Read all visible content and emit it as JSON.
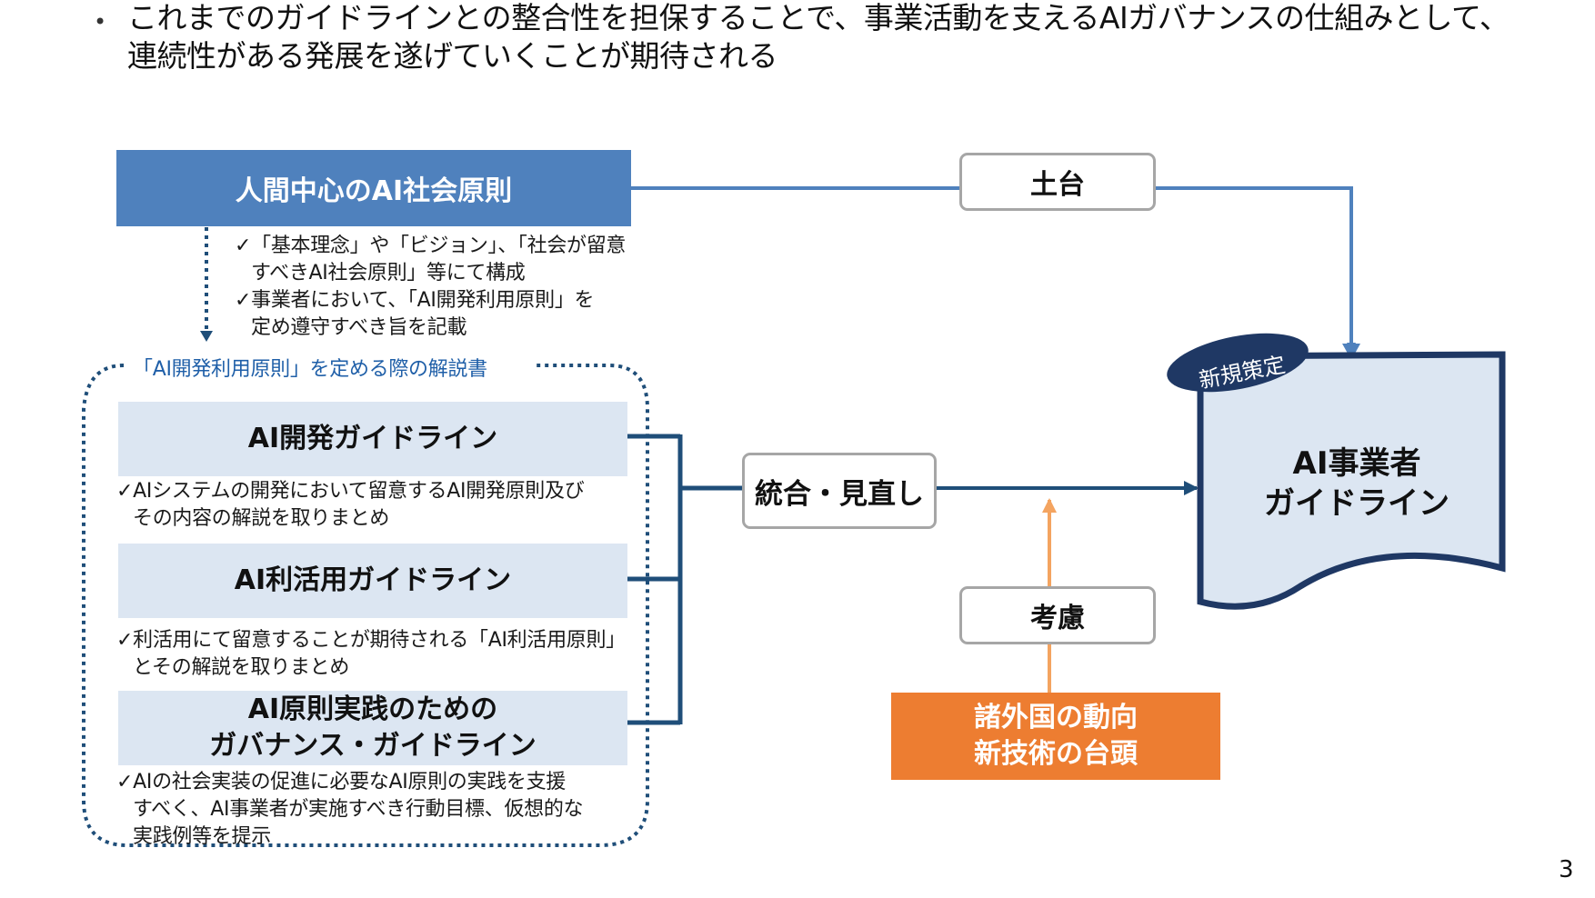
{
  "intro": {
    "bullet": "•",
    "line1": "これまでのガイドラインとの整合性を担保することで、事業活動を支えるAIガバナンスの仕組みとして、",
    "line2": "連続性がある発展を遂げていくことが期待される"
  },
  "social_principles": {
    "title": "人間中心のAI社会原則",
    "note1_line1": "✓「基本理念」や「ビジョン」、「社会が留意",
    "note1_line2": "すべきAI社会原則」等にて構成",
    "note2_line1": "✓事業者において、「AI開発利用原則」を",
    "note2_line2": "定め遵守すべき旨を記載"
  },
  "labels": {
    "foundation": "土台",
    "integrate": "統合・見直し",
    "consider": "考慮"
  },
  "explanations": {
    "caption": "「AI開発利用原則」を定める際の解説書",
    "items": [
      {
        "title": "AI開発ガイドライン",
        "desc_line1": "✓AIシステムの開発において留意するAI開発原則及び",
        "desc_line2": "その内容の解説を取りまとめ"
      },
      {
        "title": "AI利活用ガイドライン",
        "desc_line1": "✓利活用にて留意することが期待される「AI利活用原則」",
        "desc_line2": "とその解説を取りまとめ"
      },
      {
        "title_line1": "AI原則実践のための",
        "title_line2": "ガバナンス・ガイドライン",
        "desc_line1": "✓AIの社会実装の促進に必要なAI原則の実践を支援",
        "desc_line2": "すべく、AI事業者が実施すべき行動目標、仮想的な",
        "desc_line3": "実践例等を提示"
      }
    ]
  },
  "trends": {
    "line1": "諸外国の動向",
    "line2": "新技術の台頭"
  },
  "result": {
    "badge": "新規策定",
    "title_line1": "AI事業者",
    "title_line2": "ガイドライン"
  },
  "page_number": "3",
  "colors": {
    "blue_main": "#4f81bd",
    "navy": "#1f3864",
    "light_blue": "#dce6f2",
    "orange": "#ed7d31",
    "connector": "#1f4e79"
  }
}
